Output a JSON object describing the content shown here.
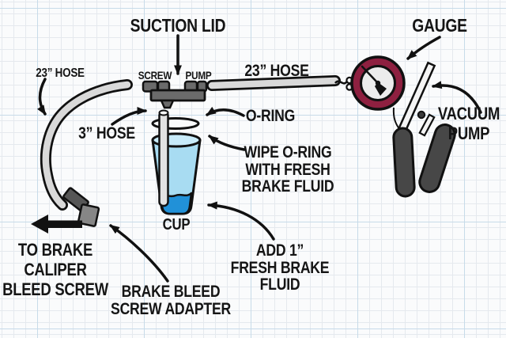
{
  "diagram": {
    "title_context": "Brake bleeding vacuum pump setup diagram",
    "labels": {
      "suction_lid": "SUCTION LID",
      "gauge": "GAUGE",
      "hose23_left": "23” HOSE",
      "hose23_center": "23” HOSE",
      "screw_port": "SCREW",
      "pump_port": "PUMP",
      "vacuum_pump": "VACUUM\nPUMP",
      "hose3": "3” HOSE",
      "o_ring": "O-RING",
      "wipe_o_ring": "WIPE O-RING\nWITH FRESH\nBRAKE FLUID",
      "cup": "CUP",
      "to_brake": "TO BRAKE\nCALIPER\nBLEED SCREW",
      "adapter": "BRAKE BLEED\nSCREW ADAPTER",
      "add_fluid": "ADD 1”\nFRESH BRAKE\nFLUID"
    },
    "colors": {
      "background": "#fafbfc",
      "grid_minor": "#e5e9ee",
      "grid_major": "#c7dbe9",
      "outline": "#111111",
      "text": "#151515",
      "hose": "#d9d9d9",
      "lid_gray": "#6b6b6b",
      "adapter_dark": "#565656",
      "adapter_light": "#868686",
      "cup_body": "#a8dcf2",
      "cup_rim": "#c8ebfa",
      "brake_fluid": "#2191d8",
      "gauge_ring": "#8e2040",
      "gauge_face": "#ececec",
      "pump_handle": "#474747",
      "pump_lever": "#f4f4f4"
    }
  }
}
